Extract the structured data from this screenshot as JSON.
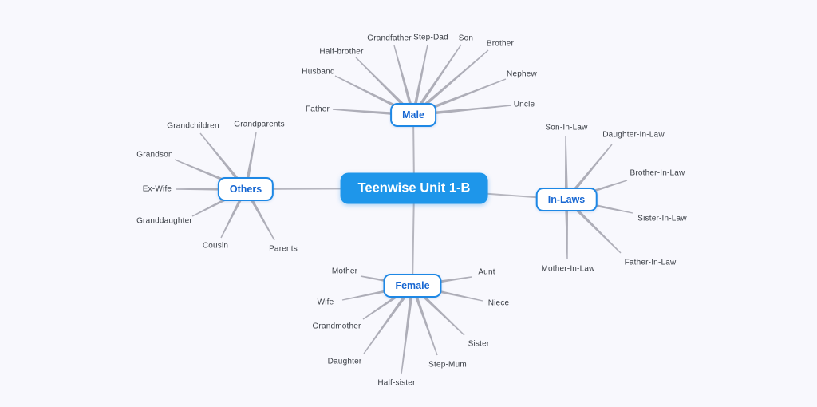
{
  "canvas": {
    "background_color": "#f8f8fd"
  },
  "mindmap": {
    "root": {
      "label": "Teenwise Unit 1-B",
      "fill_color": "#1e96ea",
      "text_color": "#ffffff"
    },
    "style_colors": {
      "branch_border": "#1e88e5",
      "branch_text": "#1767d2",
      "connector_line": "#b2b2bc",
      "leaf_text": "#3b3f46"
    },
    "branches": [
      {
        "label": "Male",
        "leaves": [
          "Father",
          "Husband",
          "Half-brother",
          "Grandfather",
          "Step-Dad",
          "Son",
          "Brother",
          "Nephew",
          "Uncle"
        ]
      },
      {
        "label": "Others",
        "leaves": [
          "Grandchildren",
          "Grandparents",
          "Grandson",
          "Ex-Wife",
          "Granddaughter",
          "Cousin",
          "Parents"
        ]
      },
      {
        "label": "In-Laws",
        "leaves": [
          "Son-In-Law",
          "Daughter-In-Law",
          "Brother-In-Law",
          "Sister-In-Law",
          "Father-In-Law",
          "Mother-In-Law"
        ]
      },
      {
        "label": "Female",
        "leaves": [
          "Mother",
          "Aunt",
          "Wife",
          "Niece",
          "Grandmother",
          "Sister",
          "Daughter",
          "Step-Mum",
          "Half-sister"
        ]
      }
    ]
  }
}
